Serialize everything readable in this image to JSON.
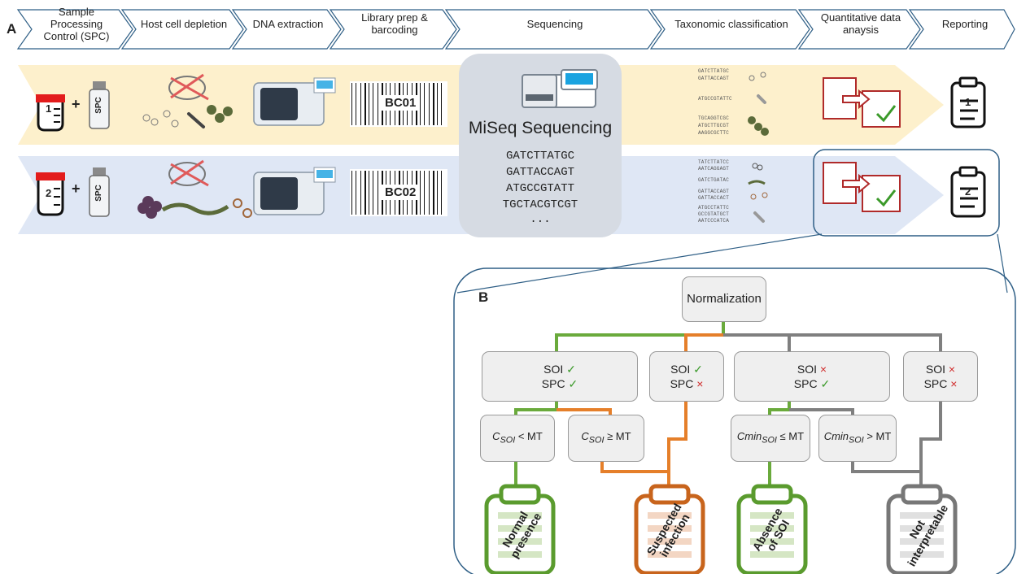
{
  "panel_a": {
    "letter": "A",
    "steps": [
      "Sample Processing Control (SPC)",
      "Host cell depletion",
      "DNA extraction",
      "Library prep & barcoding",
      "Sequencing",
      "Taxonomic classification",
      "Quantitative data anaysis",
      "Reporting"
    ],
    "rows": [
      {
        "sample_number": "1",
        "plus": "+",
        "spc_label": "SPC",
        "barcode": "BC01",
        "report_number": "1",
        "tax_sequences": [
          "GATCTTATGC",
          "GATTACCAGT",
          "ATGCCGTATTC",
          "TGCAGGTCGC",
          "ATGCTTGCGT",
          "AAGGCGCTTC"
        ]
      },
      {
        "sample_number": "2",
        "plus": "+",
        "spc_label": "SPC",
        "barcode": "BC02",
        "report_number": "2",
        "tax_sequences": [
          "TATCTTATCC",
          "AATCAGGAGT",
          "GATCTGATAC",
          "GATTACCAGT",
          "GATTACCACT",
          "ATGCCTATTC",
          "GCCGTATGCT",
          "AATCCCATCA"
        ]
      }
    ],
    "sequencing": {
      "title": "MiSeq Sequencing",
      "reads": [
        "GATCTTATGC",
        "GATTACCAGT",
        "ATGCCGTATT",
        "TGCTACGTCGT",
        "..."
      ]
    },
    "colors": {
      "row1": "#fdf0cc",
      "row2": "#dfe7f5",
      "seq_box": "#d6dbe3",
      "chevron_stroke": "#2f5f86"
    }
  },
  "panel_b": {
    "letter": "B",
    "root": "Normalization",
    "outcomes": [
      {
        "line1": "SOI",
        "mark1": "✓",
        "line2": "SPC",
        "mark2": "✓"
      },
      {
        "line1": "SOI",
        "mark1": "✓",
        "line2": "SPC",
        "mark2": "×"
      },
      {
        "line1": "SOI",
        "mark1": "×",
        "line2": "SPC",
        "mark2": "✓"
      },
      {
        "line1": "SOI",
        "mark1": "×",
        "line2": "SPC",
        "mark2": "×"
      }
    ],
    "conditions": [
      {
        "var": "C",
        "sub": "SOI",
        "rel": " < MT"
      },
      {
        "var": "C",
        "sub": "SOI",
        "rel": " ≥ MT"
      },
      {
        "var": "Cmin",
        "sub": "SOI",
        "rel": " ≤ MT"
      },
      {
        "var": "Cmin",
        "sub": "SOI",
        "rel": " > MT"
      }
    ],
    "results": [
      {
        "line1": "Normal",
        "line2": "presence",
        "color": "#5a9b2e"
      },
      {
        "line1": "Suspected",
        "line2": "infection",
        "color": "#c8641c"
      },
      {
        "line1": "Absence",
        "line2": "of SOI",
        "color": "#5a9b2e"
      },
      {
        "line1": "Not",
        "line2": "interpretable",
        "color": "#777777"
      }
    ],
    "line_colors": {
      "green": "#6aaa3c",
      "orange": "#e57f2a",
      "gray": "#7f7f7f"
    }
  }
}
